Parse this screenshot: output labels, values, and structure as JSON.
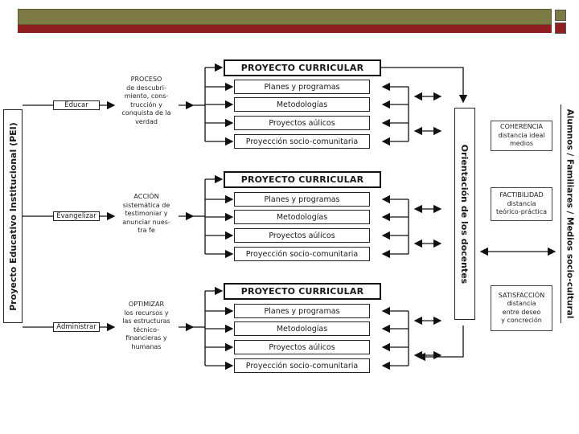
{
  "pei_label": "Proyecto Educativo Institucional (PEI)",
  "orientation_label": "Orientación de los docentes",
  "audience_label": "Alumnos / Familiares / Medios socio-cultural",
  "rows": [
    {
      "verb": "Educar",
      "description_lines": [
        "PROCESO",
        "de descubri-",
        "miento, cons-",
        "trucción y",
        "conquista de la",
        "verdad"
      ],
      "project_title": "PROYECTO CURRICULAR",
      "items": [
        "Planes y programas",
        "Metodologías",
        "Proyectos aúlicos",
        "Proyección socio-comunitaria"
      ]
    },
    {
      "verb": "Evangelizar",
      "description_lines": [
        "ACCIÓN",
        "sistemática de",
        "testimoniar y",
        "anunciar nues-",
        "tra fe"
      ],
      "project_title": "PROYECTO CURRICULAR",
      "items": [
        "Planes y programas",
        "Metodologías",
        "Proyectos aúlicos",
        "Proyección socio-comunitaria"
      ]
    },
    {
      "verb": "Administrar",
      "description_lines": [
        "OPTIMIZAR",
        "los recursos y",
        "las estructuras",
        "técnico-",
        "financieras y",
        "humanas"
      ],
      "project_title": "PROYECTO CURRICULAR",
      "items": [
        "Planes y programas",
        "Metodologías",
        "Proyectos aúlicos",
        "Proyección socio-comunitaria"
      ]
    }
  ],
  "criteria": [
    {
      "title": "COHERENCIA",
      "lines": [
        "distancia ideal",
        "medios"
      ]
    },
    {
      "title": "FACTIBILIDAD",
      "lines": [
        "distancia",
        "teórico-práctica"
      ]
    },
    {
      "title": "SATISFACCIÓN",
      "lines": [
        "distancia",
        "entre deseo",
        "y concreción"
      ]
    }
  ]
}
